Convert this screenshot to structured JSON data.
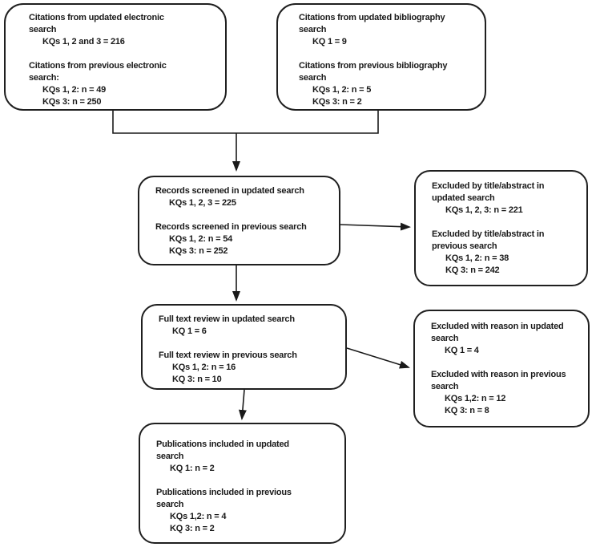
{
  "page": {
    "background": "#ffffff",
    "ink": "#1a1a1a",
    "type": "study-selection-flowchart"
  },
  "diagram": {
    "boxes": [
      {
        "id": "citations-updated-electronic",
        "sections": [
          {
            "title": "Citations from updated electronic\nsearch",
            "items": [
              "KQs 1, 2 and 3 = 216"
            ]
          },
          {
            "title": "Citations from previous electronic\nsearch:",
            "items": [
              "KQs 1, 2: n = 49",
              "KQs 3: n = 250"
            ]
          }
        ]
      },
      {
        "id": "citations-updated-bibliography",
        "sections": [
          {
            "title": "Citations from updated bibliography\nsearch",
            "items": [
              "KQ 1 = 9"
            ]
          },
          {
            "title": "Citations from previous bibliography\nsearch",
            "items": [
              "KQs 1, 2: n = 5",
              "KQs 3: n = 2"
            ]
          }
        ]
      },
      {
        "id": "records-screened",
        "sections": [
          {
            "title": "Records screened in updated search",
            "items": [
              "KQs 1, 2, 3 = 225"
            ]
          },
          {
            "title": "Records screened in previous search",
            "items": [
              "KQs 1, 2: n = 54",
              "KQs 3: n = 252"
            ]
          }
        ]
      },
      {
        "id": "excluded-title-abstract",
        "sections": [
          {
            "title": "Excluded by title/abstract in\nupdated search",
            "items": [
              "KQs 1, 2, 3: n = 221"
            ]
          },
          {
            "title": "Excluded by title/abstract in\nprevious search",
            "items": [
              "KQs 1, 2: n = 38",
              "KQ 3: n = 242"
            ]
          }
        ]
      },
      {
        "id": "full-text-review",
        "sections": [
          {
            "title": "Full text review in updated search",
            "items": [
              "KQ 1 = 6"
            ]
          },
          {
            "title": "Full text review in previous search",
            "items": [
              "KQs 1, 2: n = 16",
              "KQ 3: n = 10"
            ]
          }
        ]
      },
      {
        "id": "excluded-with-reason",
        "sections": [
          {
            "title": "Excluded with reason in updated\nsearch",
            "items": [
              "KQ 1 = 4"
            ]
          },
          {
            "title": "Excluded with reason in previous\nsearch",
            "items": [
              "KQs 1,2: n = 12",
              "KQ 3: n = 8"
            ]
          }
        ]
      },
      {
        "id": "publications-included",
        "sections": [
          {
            "title": "Publications included in updated\nsearch",
            "items": [
              "KQ 1: n = 2"
            ]
          },
          {
            "title": "Publications included in previous\nsearch",
            "items": [
              "KQs 1,2: n = 4",
              "KQ 3: n = 2"
            ]
          }
        ]
      }
    ],
    "arrows": [
      {
        "from": "citations-updated-electronic",
        "to": "records-screened"
      },
      {
        "from": "citations-updated-bibliography",
        "to": "records-screened"
      },
      {
        "from": "records-screened",
        "to": "excluded-title-abstract"
      },
      {
        "from": "records-screened",
        "to": "full-text-review"
      },
      {
        "from": "full-text-review",
        "to": "excluded-with-reason"
      },
      {
        "from": "full-text-review",
        "to": "publications-included"
      }
    ]
  }
}
